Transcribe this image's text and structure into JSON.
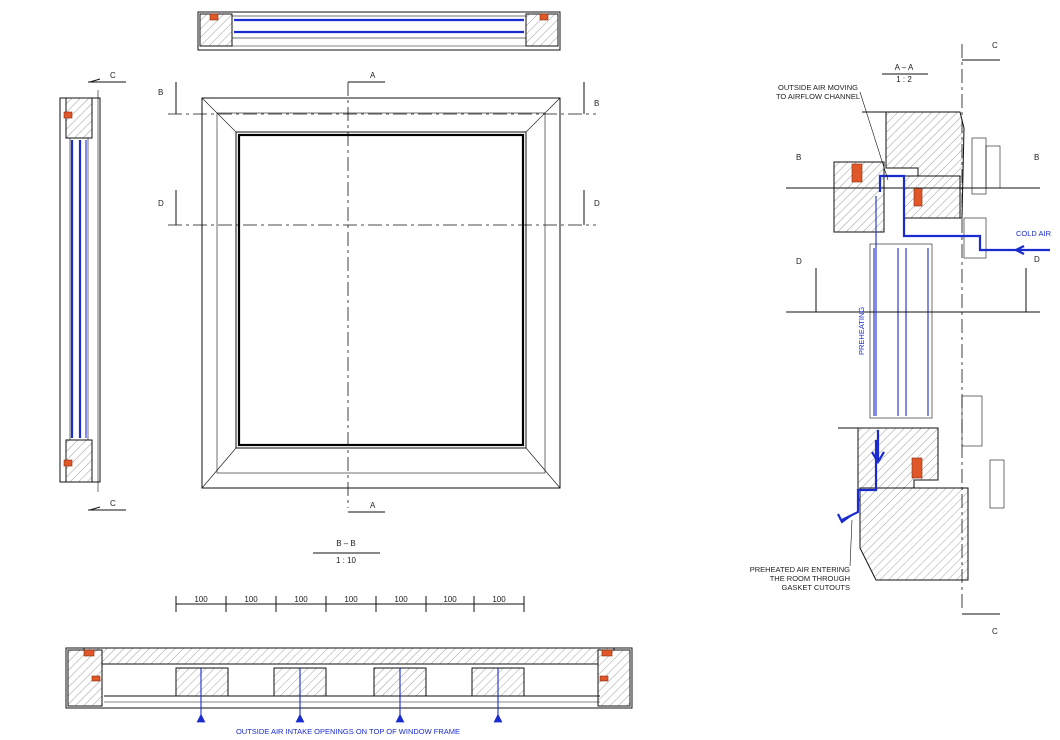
{
  "labels": {
    "section_aa_title": "A  –  A",
    "section_aa_scale": "1  :  2",
    "section_bb_title": "B  –  B",
    "section_bb_scale": "1  :  10",
    "cut_a": "A",
    "cut_b": "B",
    "cut_c": "C",
    "cut_d": "D",
    "dim_100": "100",
    "outside_air_line1": "OUTSIDE AIR MOVING",
    "outside_air_line2": "TO AIRFLOW CHANNEL",
    "cold_air": "COLD AIR",
    "preheating": "PREHEATING",
    "preheated_line1": "PREHEATED AIR ENTERING",
    "preheated_line2": "THE ROOM THROUGH",
    "preheated_line3": "GASKET CUTOUTS",
    "intake_openings": "OUTSIDE AIR INTAKE OPENINGS ON TOP OF WINDOW FRAME"
  },
  "colors": {
    "airflow": "#1a2bd0",
    "gasket": "#e0582a",
    "line": "#111111"
  }
}
